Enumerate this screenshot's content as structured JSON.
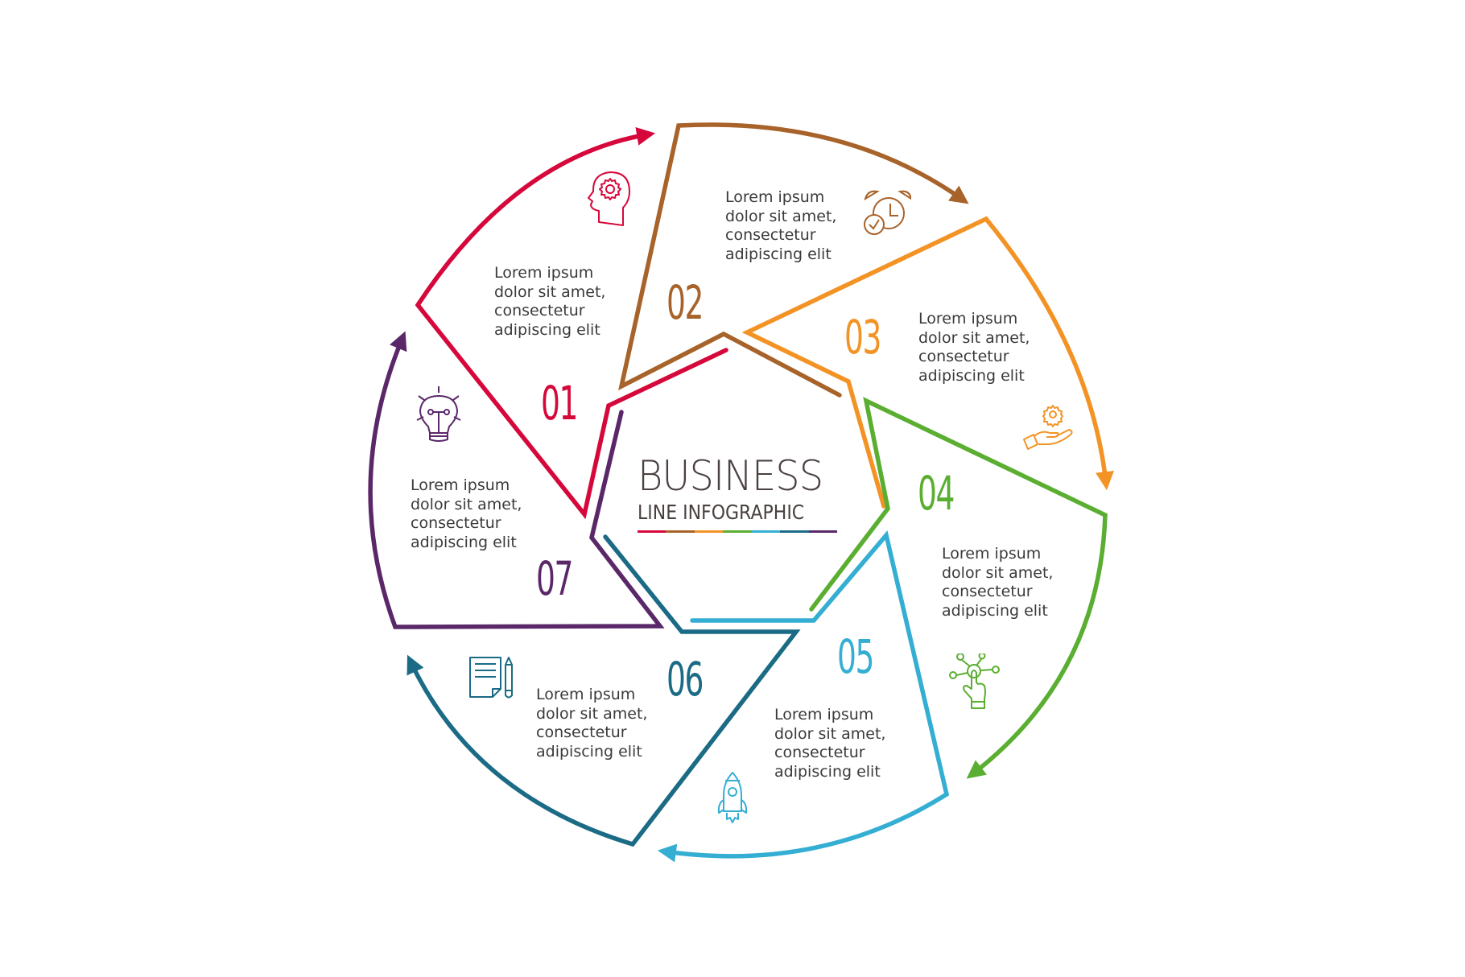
{
  "title": {
    "main": "BUSINESS",
    "sub": "LINE INFOGRAPHIC"
  },
  "colors": {
    "step01": "#d6083b",
    "step02": "#a8632a",
    "step03": "#f39325",
    "step04": "#5aae31",
    "step05": "#35aed3",
    "step06": "#1b6b86",
    "step07": "#5a2868",
    "text": "#3a3a3a",
    "title": "#4a4040"
  },
  "steps": [
    {
      "number": "01",
      "text": "Lorem ipsum\ndolor sit amet,\nconsectetur\nadipiscing elit",
      "icon": "head-gear-icon"
    },
    {
      "number": "02",
      "text": "Lorem ipsum\ndolor sit amet,\nconsectetur\nadipiscing elit",
      "icon": "alarm-clock-check-icon"
    },
    {
      "number": "03",
      "text": "Lorem ipsum\ndolor sit amet,\nconsectetur\nadipiscing elit",
      "icon": "hand-gear-icon"
    },
    {
      "number": "04",
      "text": "Lorem ipsum\ndolor sit amet,\nconsectetur\nadipiscing elit",
      "icon": "touch-network-icon"
    },
    {
      "number": "05",
      "text": "Lorem ipsum\ndolor sit amet,\nconsectetur\nadipiscing elit",
      "icon": "rocket-icon"
    },
    {
      "number": "06",
      "text": "Lorem ipsum\ndolor sit amet,\nconsectetur\nadipiscing elit",
      "icon": "document-pencil-icon"
    },
    {
      "number": "07",
      "text": "Lorem ipsum\ndolor sit amet,\nconsectetur\nadipiscing elit",
      "icon": "lightbulb-icon"
    }
  ]
}
